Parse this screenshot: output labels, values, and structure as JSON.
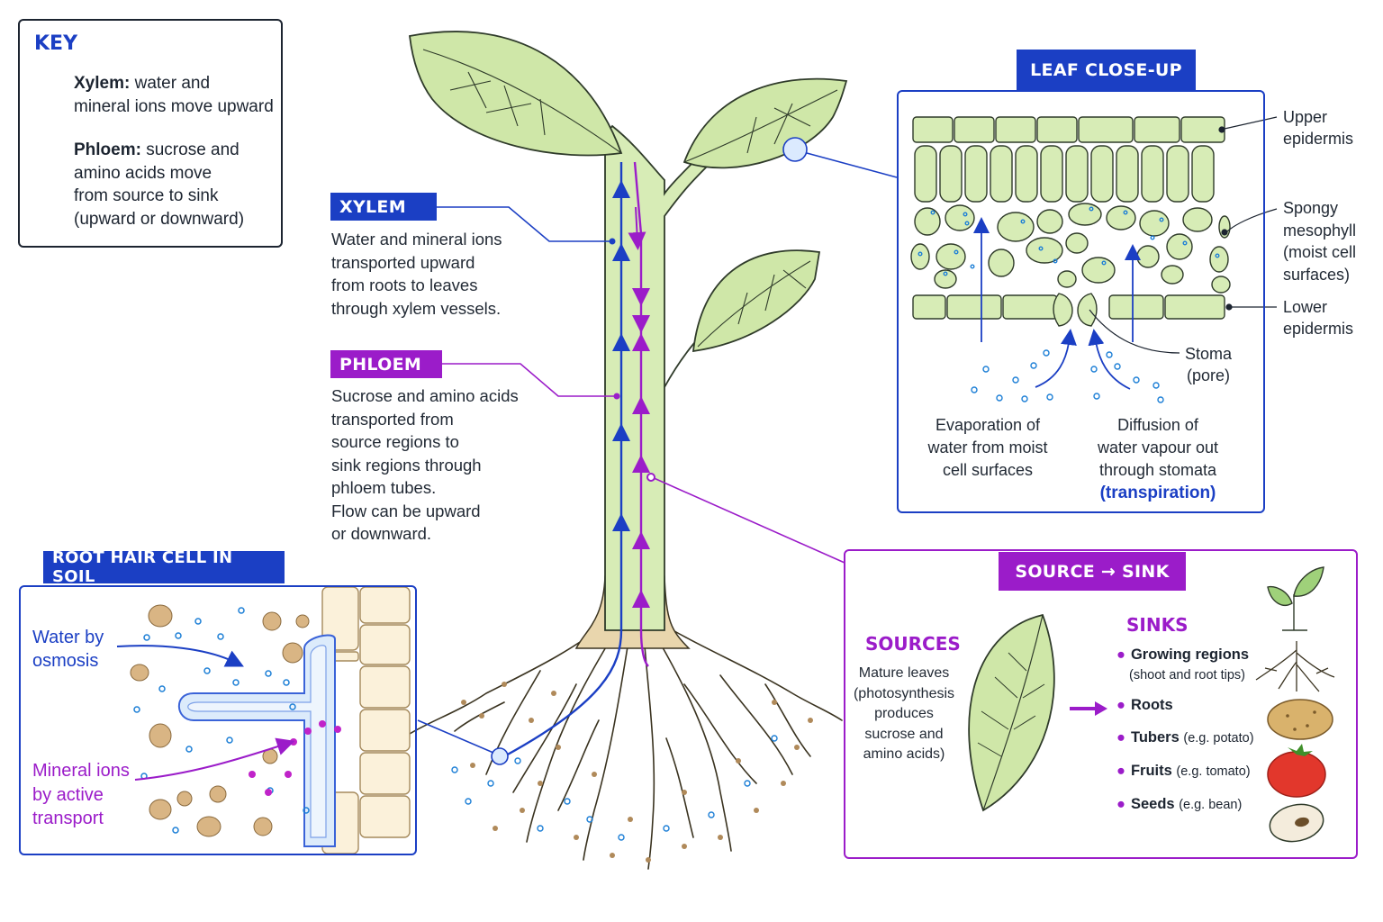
{
  "key": {
    "title": "KEY",
    "xylem_term": "Xylem:",
    "xylem_line1": " water and",
    "xylem_line2": "mineral ions move upward",
    "phloem_term": "Phloem:",
    "phloem_line1": " sucrose and",
    "phloem_line2": "amino acids move",
    "phloem_line3": "from source to sink",
    "phloem_line4": "(upward or downward)"
  },
  "xylem": {
    "label": "XYLEM",
    "lines": [
      "Water and mineral ions",
      "transported upward",
      "from roots to leaves",
      "through xylem vessels."
    ]
  },
  "phloem": {
    "label": "PHLOEM",
    "lines": [
      "Sucrose and amino acids",
      "transported from",
      "source regions to",
      "sink regions through",
      "phloem tubes.",
      "Flow can be upward",
      "or downward."
    ]
  },
  "root_hair": {
    "label": "ROOT HAIR CELL IN SOIL",
    "water_lines": [
      "Water by",
      "osmosis"
    ],
    "mineral_lines": [
      "Mineral ions",
      "by active",
      "transport"
    ]
  },
  "leaf": {
    "label": "LEAF CLOSE-UP",
    "upper_epidermis": [
      "Upper",
      "epidermis"
    ],
    "spongy_mesophyll": [
      "Spongy",
      "mesophyll",
      "(moist cell",
      "surfaces)"
    ],
    "lower_epidermis": [
      "Lower",
      "epidermis"
    ],
    "stoma": [
      "Stoma",
      "(pore)"
    ],
    "evaporation": [
      "Evaporation of",
      "water from moist",
      "cell surfaces"
    ],
    "diffusion": [
      "Diffusion of",
      "water vapour out",
      "through stomata"
    ],
    "transpiration": "(transpiration)"
  },
  "source_sink": {
    "label": "SOURCE → SINK",
    "sources_title": "SOURCES",
    "sources_lines": [
      "Mature leaves",
      "(photosynthesis",
      "produces",
      "sucrose and",
      "amino acids)"
    ],
    "sinks_title": "SINKS",
    "sinks": [
      {
        "name": "Growing regions",
        "example": "(shoot and root tips)"
      },
      {
        "name": "Roots",
        "example": ""
      },
      {
        "name": "Tubers",
        "example": "(e.g. potato)"
      },
      {
        "name": "Fruits",
        "example": "(e.g. tomato)"
      },
      {
        "name": "Seeds",
        "example": "(e.g. bean)"
      }
    ]
  },
  "colors": {
    "xylem": "#1b3fc4",
    "phloem": "#9b1cc9",
    "leaf_fill": "#cfe7a8",
    "leaf_stroke": "#2f3b2a",
    "root": "#e9d6ad"
  }
}
